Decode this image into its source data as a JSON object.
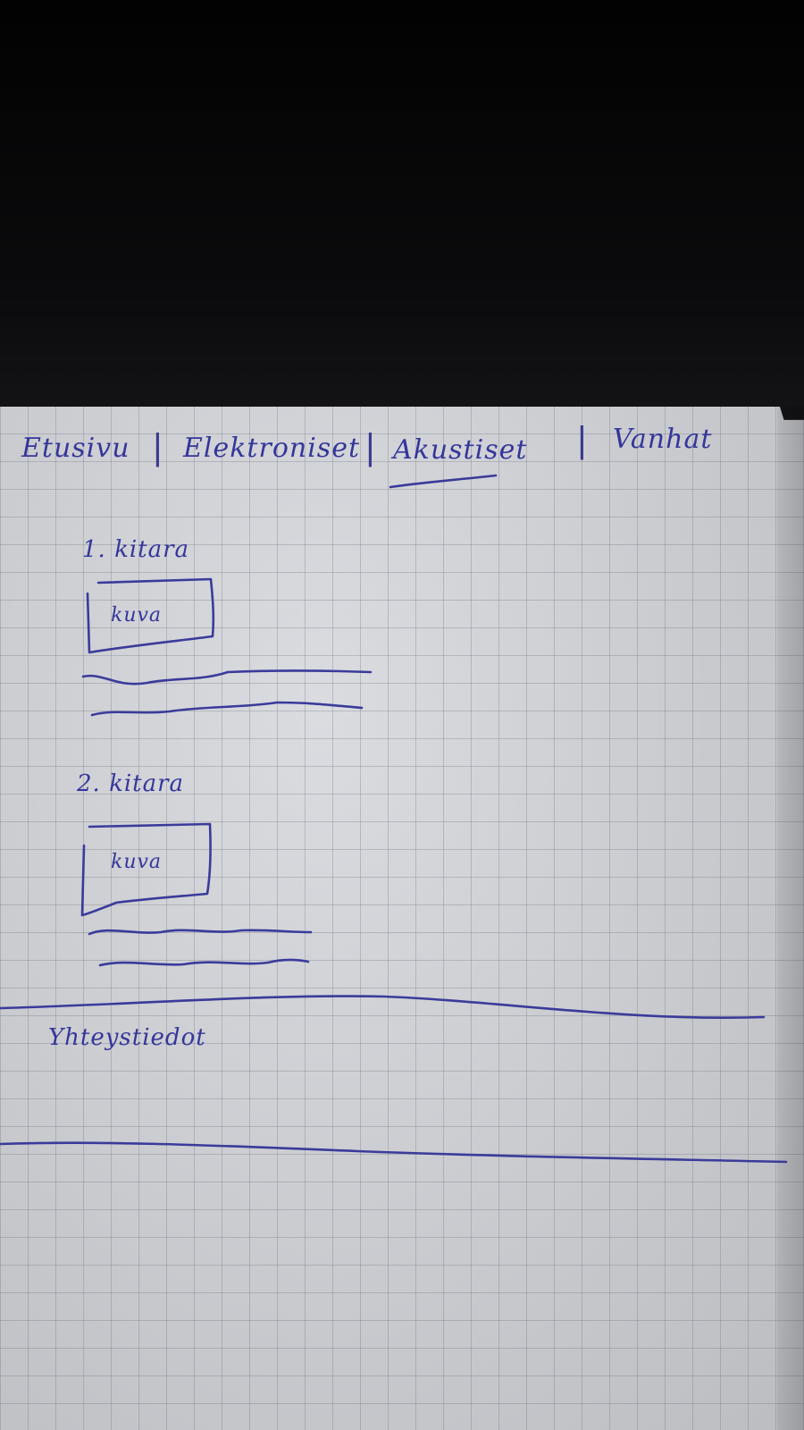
{
  "navigation": {
    "items": [
      "Etusivu",
      "Elektroniset",
      "Akustiset",
      "Vanhat"
    ],
    "active_index": 2
  },
  "products": [
    {
      "heading": "1. kitara",
      "image_placeholder": "kuva"
    },
    {
      "heading": "2. kitara",
      "image_placeholder": "kuva"
    }
  ],
  "footer": {
    "heading": "Yhteystiedot"
  },
  "colors": {
    "ink": "#35369a",
    "paper": "#d5d7dc",
    "background": "#050505"
  }
}
